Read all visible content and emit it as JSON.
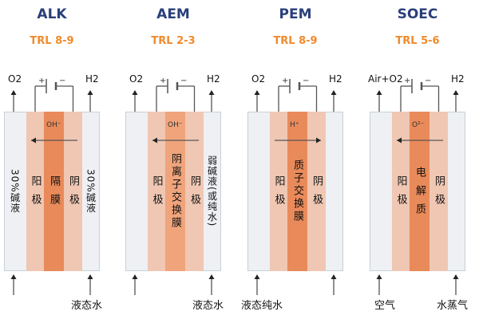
{
  "cells": [
    {
      "name": "ALK",
      "trl": "TRL 8-9",
      "top_left": "O2",
      "top_right": "H2",
      "bottom_left": "",
      "bottom_right": "液态水",
      "ion": "OH⁻",
      "arrow": "left",
      "outer_left": "30%碱液",
      "anode": "阳 极",
      "membrane": "隔 膜",
      "cathode": "阴 极",
      "outer_right": "30%碱液",
      "colors": {
        "anode": "#efc7b3",
        "membrane": "#e98a5a",
        "cathode": "#efc7b3"
      }
    },
    {
      "name": "AEM",
      "trl": "TRL 2-3",
      "top_left": "O2",
      "top_right": "H2",
      "bottom_left": "",
      "bottom_right": "液态水",
      "ion": "OH⁻",
      "arrow": "left",
      "outer_left": "",
      "anode": "阳 极",
      "membrane": "阴离子交换膜",
      "cathode": "阴 极",
      "outer_right": "弱碱液(或纯水)",
      "colors": {
        "anode": "#efc7b3",
        "membrane": "#f0a47c",
        "cathode": "#efc7b3"
      }
    },
    {
      "name": "PEM",
      "trl": "TRL 8-9",
      "top_left": "O2",
      "top_right": "H2",
      "bottom_left": "液态纯水",
      "bottom_right": "",
      "ion": "H⁺",
      "arrow": "right",
      "outer_left": "",
      "anode": "阳 极",
      "membrane": "质子交换膜",
      "cathode": "阴 极",
      "outer_right": "",
      "colors": {
        "anode": "#efc7b3",
        "membrane": "#e98a5a",
        "cathode": "#efc7b3"
      }
    },
    {
      "name": "SOEC",
      "trl": "TRL 5-6",
      "top_left": "Air+O2",
      "top_right": "H2",
      "bottom_left": "空气",
      "bottom_right": "水蒸气",
      "ion": "O²⁻",
      "arrow": "left",
      "outer_left": "",
      "anode": "阳 极",
      "membrane": "电 解 质",
      "cathode": "阴 极",
      "outer_right": "",
      "colors": {
        "anode": "#efc7b3",
        "membrane": "#e98a5a",
        "cathode": "#efc7b3"
      }
    }
  ],
  "power": {
    "plus": "+",
    "minus": "−"
  },
  "colors": {
    "title": "#2a3f7a",
    "trl": "#f08a2c",
    "body": "#eef0f3",
    "outline": "#555555"
  }
}
